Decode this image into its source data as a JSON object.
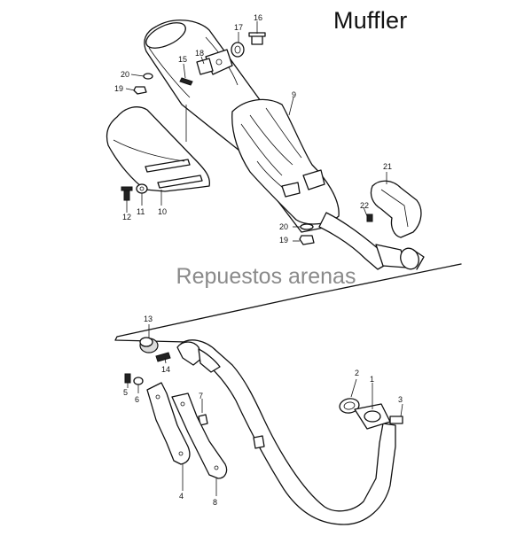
{
  "title": "Muffler",
  "watermark": "Repuestos arenas",
  "callouts": [
    {
      "id": "c16",
      "label": "16"
    },
    {
      "id": "c17",
      "label": "17"
    },
    {
      "id": "c18",
      "label": "18"
    },
    {
      "id": "c15",
      "label": "15"
    },
    {
      "id": "c20a",
      "label": "20"
    },
    {
      "id": "c19a",
      "label": "19"
    },
    {
      "id": "c9",
      "label": "9"
    },
    {
      "id": "c21",
      "label": "21"
    },
    {
      "id": "c22",
      "label": "22"
    },
    {
      "id": "c20b",
      "label": "20"
    },
    {
      "id": "c19b",
      "label": "19"
    },
    {
      "id": "c12",
      "label": "12"
    },
    {
      "id": "c11",
      "label": "11"
    },
    {
      "id": "c10",
      "label": "10"
    },
    {
      "id": "c13",
      "label": "13"
    },
    {
      "id": "c14",
      "label": "14"
    },
    {
      "id": "c5",
      "label": "5"
    },
    {
      "id": "c6",
      "label": "6"
    },
    {
      "id": "c7",
      "label": "7"
    },
    {
      "id": "c4",
      "label": "4"
    },
    {
      "id": "c8",
      "label": "8"
    },
    {
      "id": "c2",
      "label": "2"
    },
    {
      "id": "c1",
      "label": "1"
    },
    {
      "id": "c3",
      "label": "3"
    }
  ]
}
